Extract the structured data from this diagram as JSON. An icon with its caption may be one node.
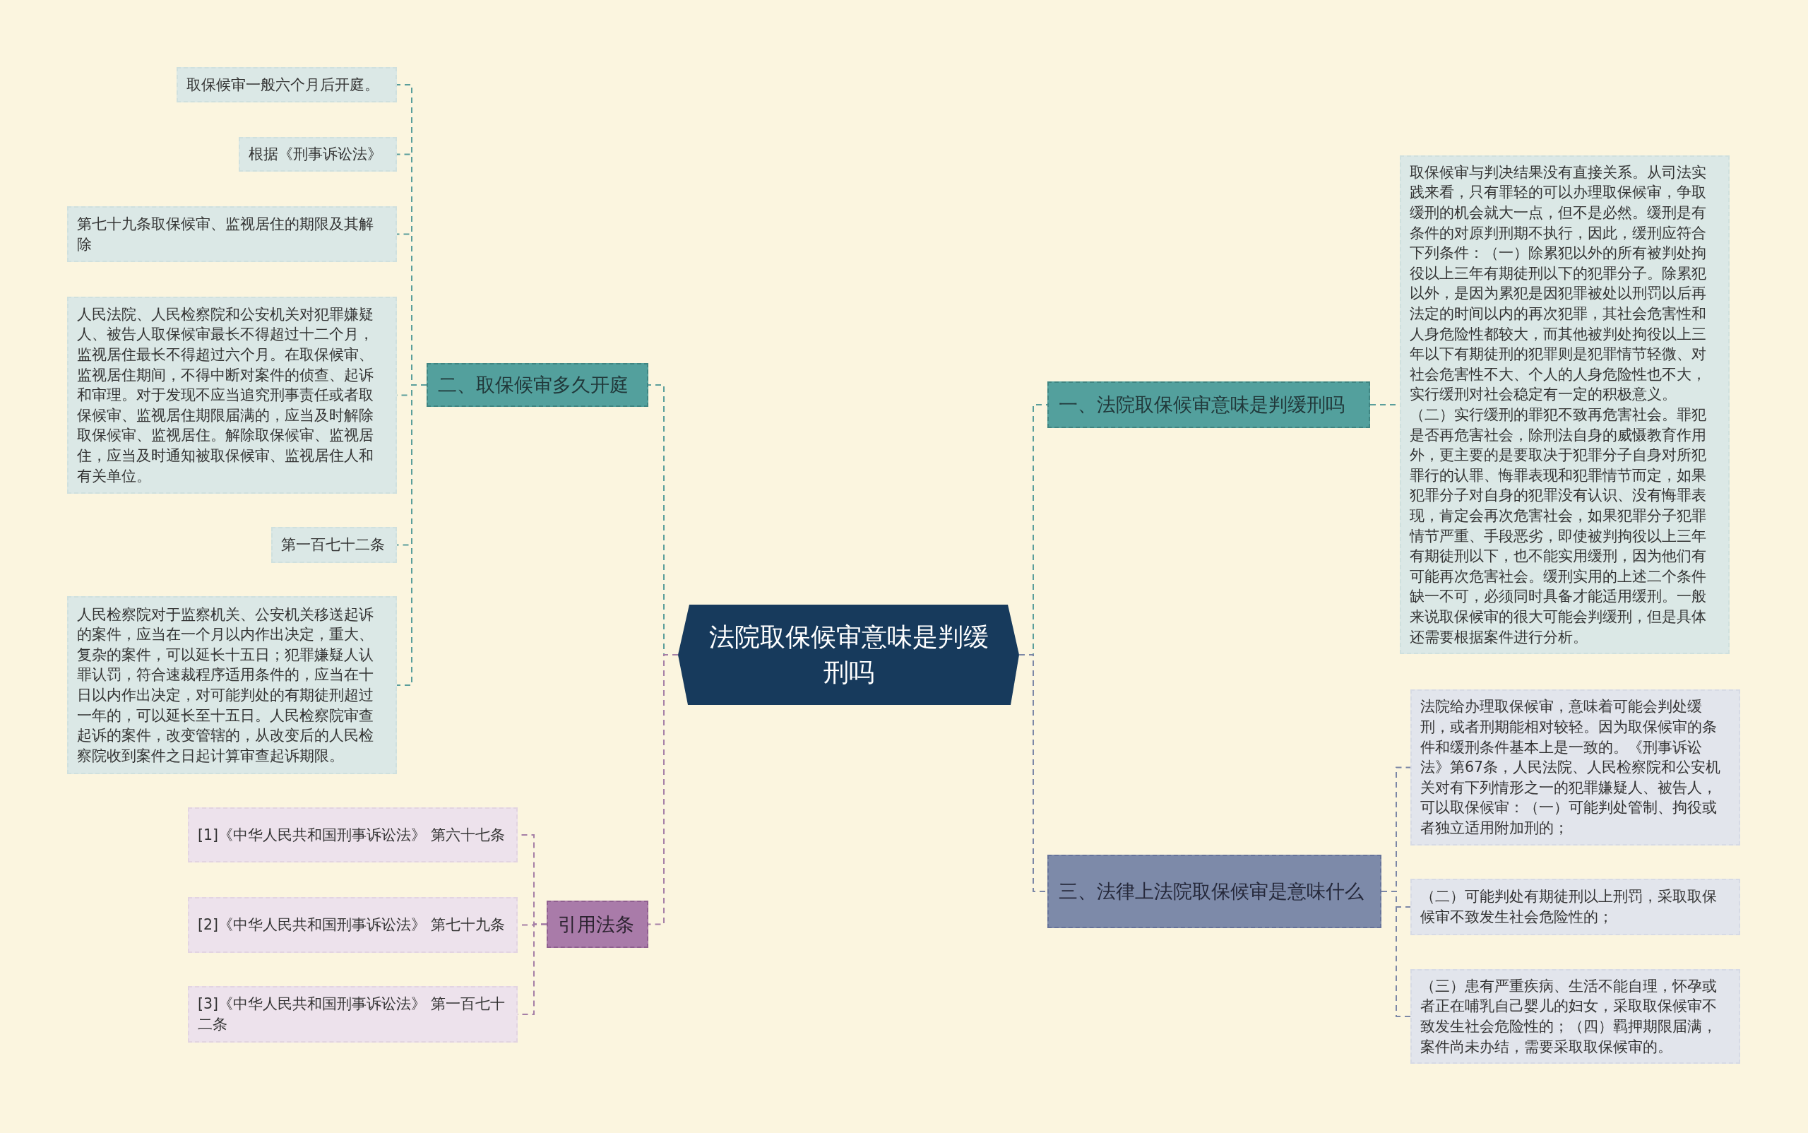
{
  "diagram": {
    "nodes": [
      {
        "text": [
          "法院取保候审意味是判缓刑吗"
        ]
      },
      {
        "text": [
          "二、取保候审多久开庭"
        ]
      },
      {
        "text": [
          "取保候审一般六个月后开庭。"
        ]
      },
      {
        "text": [
          "根据《刑事诉讼法》"
        ]
      },
      {
        "text": [
          "第七十九条取保候审、监视居住的期限及其解除"
        ]
      },
      {
        "text": [
          "人民法院、人民检察院和公安机关对犯罪嫌疑人、被告人取保候审最长不得超过十二个月，监视居住最长不得超过六个月。在取保候审、监视居住期间，不得中断对案件的侦查、起诉和审理。对于发现不应当追究刑事责任或者取保候审、监视居住期限届满的，应当及时解除取保候审、监视居住。解除取保候审、监视居住，应当及时通知被取保候审、监视居住人和有关单位。"
        ]
      },
      {
        "text": [
          "第一百七十二条"
        ]
      },
      {
        "text": [
          "人民检察院对于监察机关、公安机关移送起诉的案件，应当在一个月以内作出决定，重大、复杂的案件，可以延长十五日；犯罪嫌疑人认罪认罚，符合速裁程序适用条件的，应当在十日以内作出决定，对可能判处的有期徒刑超过一年的，可以延长至十五日。人民检察院审查起诉的案件，改变管辖的，从改变后的人民检察院收到案件之日起计算审查起诉期限。"
        ]
      },
      {
        "text": [
          "引用法条"
        ]
      },
      {
        "text": [
          "[1]《中华人民共和国刑事诉讼法》 第六十七条"
        ]
      },
      {
        "text": [
          "[2]《中华人民共和国刑事诉讼法》 第七十九条"
        ]
      },
      {
        "text": [
          "[3]《中华人民共和国刑事诉讼法》 第一百七十二条"
        ]
      },
      {
        "text": [
          "一、法院取保候审意味是判缓刑吗"
        ]
      },
      {
        "text": [
          "取保候审与判决结果没有直接关系。从司法实践来看，只有罪轻的可以办理取保候审，争取缓刑的机会就大一点，但不是必然。缓刑是有条件的对原判刑期不执行，因此，缓刑应符合下列条件：（一）除累犯以外的所有被判处拘役以上三年有期徒刑以下的犯罪分子。除累犯以外，是因为累犯是因犯罪被处以刑罚以后再法定的时间以内的再次犯罪，其社会危害性和人身危险性都较大，而其他被判处拘役以上三年以下有期徒刑的犯罪则是犯罪情节轻微、对社会危害性不大、个人的人身危险性也不大，实行缓刑对社会稳定有一定的积极意义。（二）实行缓刑的罪犯不致再危害社会。罪犯是否再危害社会，除刑法自身的威慑教育作用外，更主要的是要取决于犯罪分子自身对所犯罪行的认罪、悔罪表现和犯罪情节而定，如果犯罪分子对自身的犯罪没有认识、没有悔罪表现，肯定会再次危害社会，如果犯罪分子犯罪情节严重、手段恶劣，即使被判拘役以上三年有期徒刑以下，也不能实用缓刑，因为他们有可能再次危害社会。缓刑实用的上述二个条件缺一不可，必须同时具备才能适用缓刑。一般来说取保候审的很大可能会判缓刑，但是具体还需要根据案件进行分析。"
        ]
      },
      {
        "text": [
          "三、法律上法院取保候审是意味什么"
        ]
      },
      {
        "text": [
          "法院给办理取保候审，意味着可能会判处缓刑，或者刑期能相对较轻。因为取保候审的条件和缓刑条件基本上是一致的。《刑事诉讼法》第67条，人民法院、人民检察院和公安机关对有下列情形之一的犯罪嫌疑人、被告人，可以取保候审：（一）可能判处管制、拘役或者独立适用附加刑的；"
        ]
      },
      {
        "text": [
          "（二）可能判处有期徒刑以上刑罚，采取取保候审不致发生社会危险性的；"
        ]
      },
      {
        "text": [
          "（三）患有严重疾病、生活不能自理，怀孕或者正在哺乳自己婴儿的妇女，采取取保候审不致发生社会危险性的；（四）羁押期限届满，案件尚未办结，需要采取取保候审的。"
        ]
      }
    ],
    "edges": [
      {
        "from": 0,
        "to": 1,
        "arrow": "none",
        "style": "dashed"
      },
      {
        "from": 1,
        "to": 2,
        "arrow": "none",
        "style": "dashed"
      },
      {
        "from": 1,
        "to": 3,
        "arrow": "none",
        "style": "dashed"
      },
      {
        "from": 1,
        "to": 4,
        "arrow": "none",
        "style": "dashed"
      },
      {
        "from": 1,
        "to": 5,
        "arrow": "none",
        "style": "dashed"
      },
      {
        "from": 1,
        "to": 6,
        "arrow": "none",
        "style": "dashed"
      },
      {
        "from": 1,
        "to": 7,
        "arrow": "none",
        "style": "dashed"
      },
      {
        "from": 0,
        "to": 8,
        "arrow": "none",
        "style": "dashed",
        "color": "#a57fa6"
      },
      {
        "from": 8,
        "to": 9,
        "arrow": "none",
        "style": "dashed",
        "color": "#a57fa6"
      },
      {
        "from": 8,
        "to": 10,
        "arrow": "none",
        "style": "dashed",
        "color": "#a57fa6"
      },
      {
        "from": 8,
        "to": 11,
        "arrow": "none",
        "style": "dashed",
        "color": "#a57fa6"
      },
      {
        "from": 0,
        "to": 12,
        "arrow": "none",
        "style": "dashed"
      },
      {
        "from": 12,
        "to": 13,
        "arrow": "none",
        "style": "dashed"
      },
      {
        "from": 0,
        "to": 14,
        "arrow": "none",
        "style": "dashed",
        "color": "#7c87a6"
      },
      {
        "from": 14,
        "to": 15,
        "arrow": "none",
        "style": "dashed",
        "color": "#7c87a6"
      },
      {
        "from": 14,
        "to": 16,
        "arrow": "none",
        "style": "dashed",
        "color": "#7c87a6"
      },
      {
        "from": 14,
        "to": 17,
        "arrow": "none",
        "style": "dashed",
        "color": "#7c87a6"
      }
    ]
  }
}
